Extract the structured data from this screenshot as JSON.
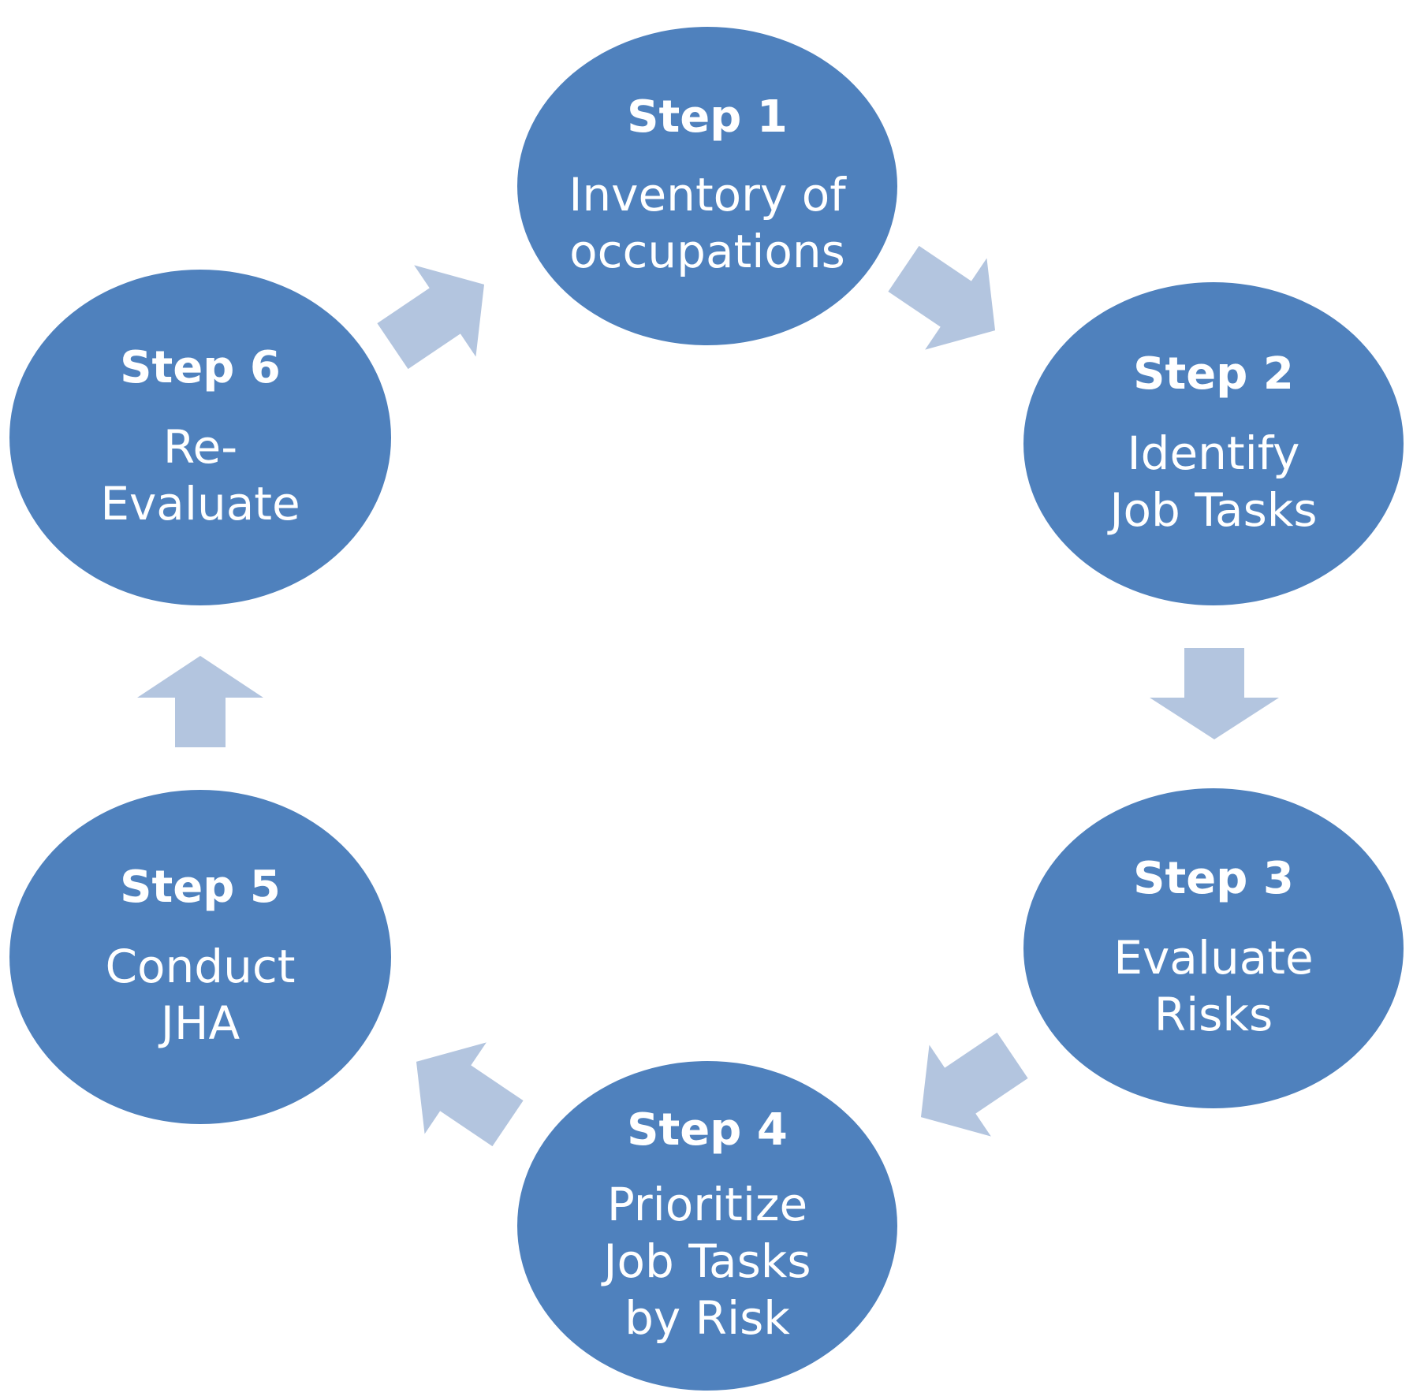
{
  "steps": [
    {
      "id": "step-1",
      "label": "Step 1",
      "description": "Inventory of\noccupations"
    },
    {
      "id": "step-2",
      "label": "Step 2",
      "description": "Identify\nJob Tasks"
    },
    {
      "id": "step-3",
      "label": "Step 3",
      "description": "Evaluate\nRisks"
    },
    {
      "id": "step-4",
      "label": "Step 4",
      "description": "Prioritize\nJob Tasks\nby Risk"
    },
    {
      "id": "step-5",
      "label": "Step 5",
      "description": "Conduct\nJHA"
    },
    {
      "id": "step-6",
      "label": "Step 6",
      "description": "Re-\nEvaluate"
    }
  ],
  "colors": {
    "node_fill": "#4f81bd",
    "node_text": "#ffffff",
    "arrow_fill": "#b3c5df",
    "background": "#ffffff"
  }
}
